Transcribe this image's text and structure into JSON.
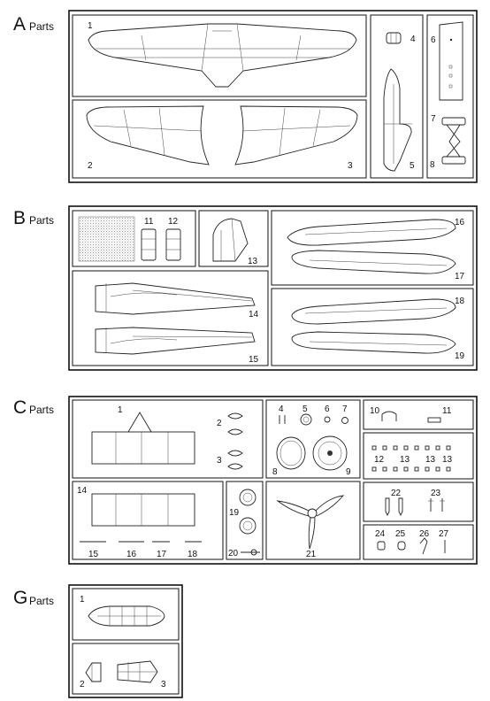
{
  "sections": [
    {
      "letter": "A",
      "word": "Parts"
    },
    {
      "letter": "B",
      "word": "Parts"
    },
    {
      "letter": "C",
      "word": "Parts"
    },
    {
      "letter": "G",
      "word": "Parts"
    }
  ],
  "a_numbers": [
    "1",
    "2",
    "3",
    "4",
    "5",
    "6",
    "7",
    "8"
  ],
  "b_numbers": [
    "11",
    "12",
    "13",
    "14",
    "15",
    "16",
    "17",
    "18",
    "19"
  ],
  "c_numbers": [
    "1",
    "2",
    "3",
    "4",
    "5",
    "6",
    "7",
    "8",
    "9",
    "10",
    "11",
    "12",
    "13",
    "13",
    "13",
    "14",
    "15",
    "16",
    "17",
    "18",
    "19",
    "20",
    "21",
    "22",
    "23",
    "24",
    "25",
    "26",
    "27"
  ],
  "g_numbers": [
    "1",
    "2",
    "3"
  ]
}
